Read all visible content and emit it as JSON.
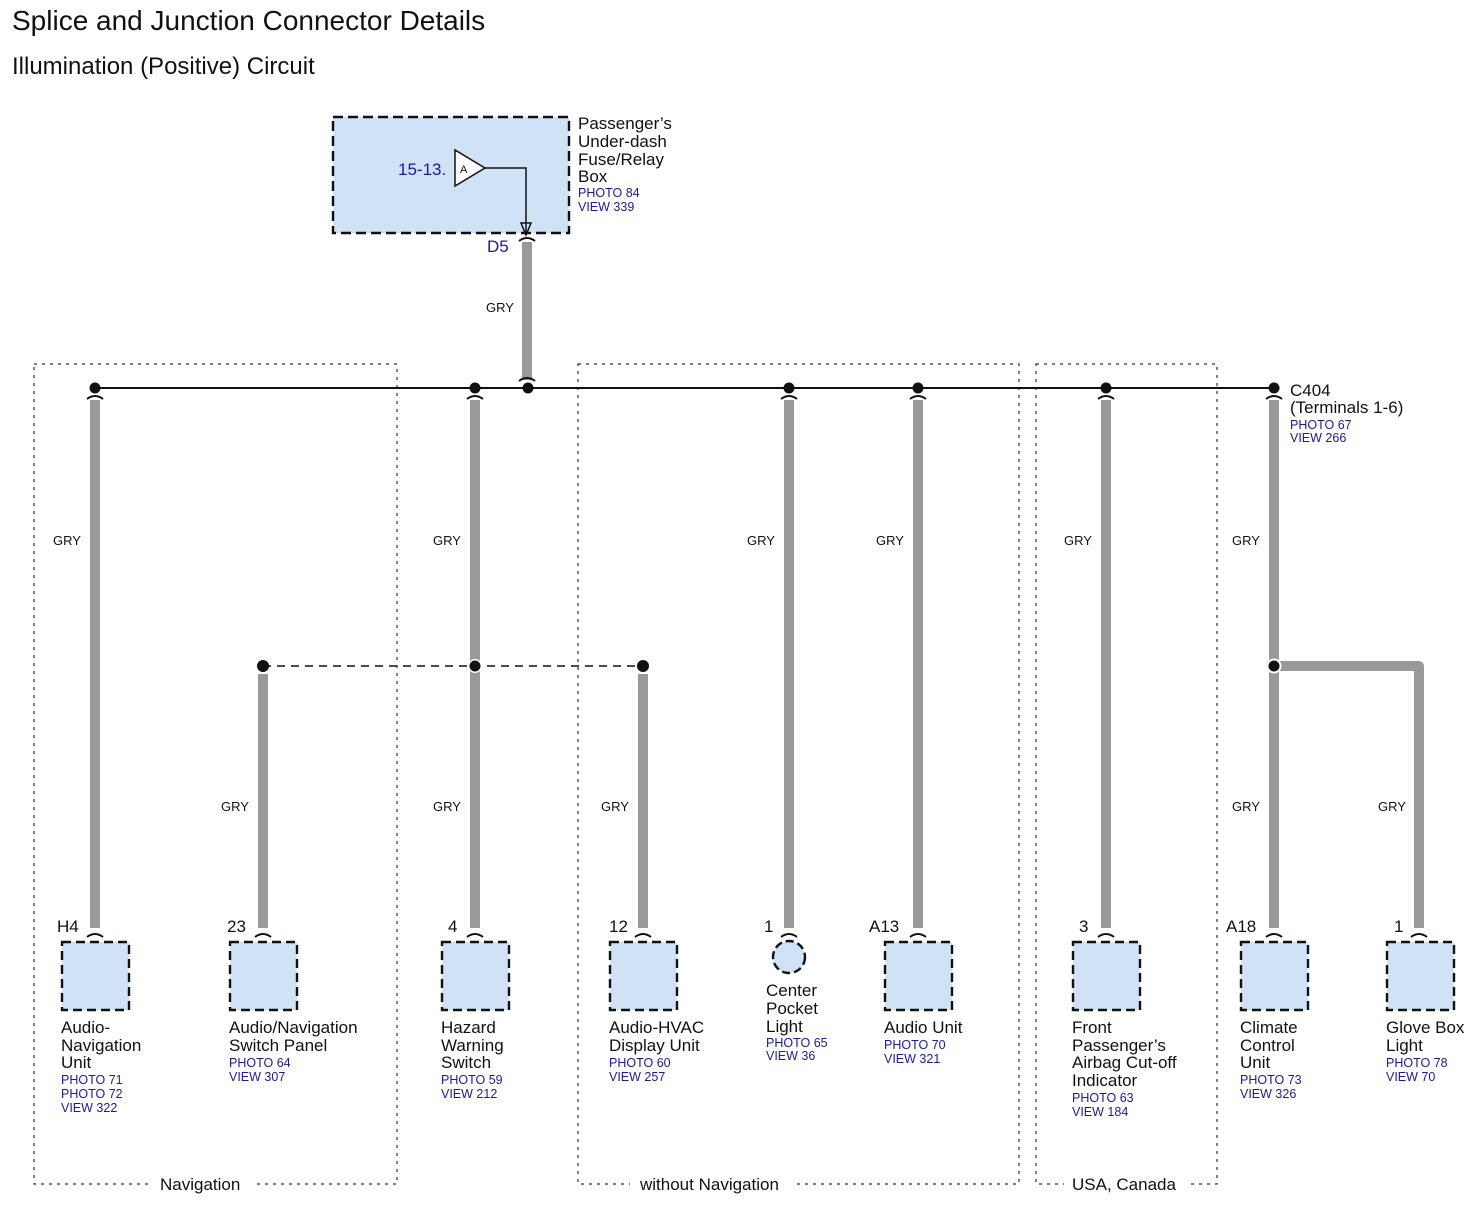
{
  "title": "Splice and Junction Connector Details",
  "subtitle": "Illumination (Positive) Circuit",
  "colors": {
    "wire": "#999999",
    "box_fill": "#cfe2f6",
    "ref_blue": "#1a1aa6"
  },
  "fuse_box": {
    "name_lines": [
      "Passenger’s",
      "Under-dash",
      "Fuse/Relay",
      "Box"
    ],
    "photo": "PHOTO 84",
    "view": "VIEW 339",
    "ref": "15-13.",
    "symbol_letter": "A",
    "terminal": "D5",
    "wire_color": "GRY"
  },
  "junction": {
    "name": "C404",
    "sub": "(Terminals 1-6)",
    "photo": "PHOTO 67",
    "view": "VIEW 266"
  },
  "groups": [
    {
      "label": "Navigation"
    },
    {
      "label": "without Navigation"
    },
    {
      "label": "USA, Canada"
    }
  ],
  "components": [
    {
      "pin": "H4",
      "wire": "GRY",
      "name_lines": [
        "Audio-",
        "Navigation",
        "Unit"
      ],
      "refs": [
        "PHOTO 71",
        "PHOTO 72",
        "VIEW 322"
      ]
    },
    {
      "pin": "23",
      "wire": "GRY",
      "name_lines": [
        "Audio/Navigation",
        "Switch Panel"
      ],
      "refs": [
        "PHOTO 64",
        "VIEW 307"
      ]
    },
    {
      "pin": "4",
      "wire": "GRY",
      "name_lines": [
        "Hazard",
        "Warning",
        "Switch"
      ],
      "refs": [
        "PHOTO 59",
        "VIEW 212"
      ]
    },
    {
      "pin": "12",
      "wire": "GRY",
      "name_lines": [
        "Audio-HVAC",
        "Display Unit"
      ],
      "refs": [
        "PHOTO 60",
        "VIEW 257"
      ]
    },
    {
      "pin": "1",
      "wire": "GRY",
      "name_lines": [
        "Center",
        "Pocket",
        "Light"
      ],
      "refs": [
        "PHOTO 65",
        "VIEW 36"
      ]
    },
    {
      "pin": "A13",
      "wire": "GRY",
      "name_lines": [
        "Audio Unit"
      ],
      "refs": [
        "PHOTO 70",
        "VIEW 321"
      ]
    },
    {
      "pin": "3",
      "wire": "GRY",
      "name_lines": [
        "Front",
        "Passenger’s",
        "Airbag Cut-off",
        "Indicator"
      ],
      "refs": [
        "PHOTO 63",
        "VIEW 184"
      ]
    },
    {
      "pin": "A18",
      "wire": "GRY",
      "name_lines": [
        "Climate",
        "Control",
        "Unit"
      ],
      "refs": [
        "PHOTO 73",
        "VIEW 326"
      ]
    },
    {
      "pin": "1",
      "wire": "GRY",
      "name_lines": [
        "Glove Box",
        "Light"
      ],
      "refs": [
        "PHOTO 78",
        "VIEW 70"
      ]
    }
  ],
  "upper_wire_labels": [
    "GRY",
    "GRY",
    "GRY",
    "GRY",
    "GRY",
    "GRY",
    "GRY"
  ]
}
